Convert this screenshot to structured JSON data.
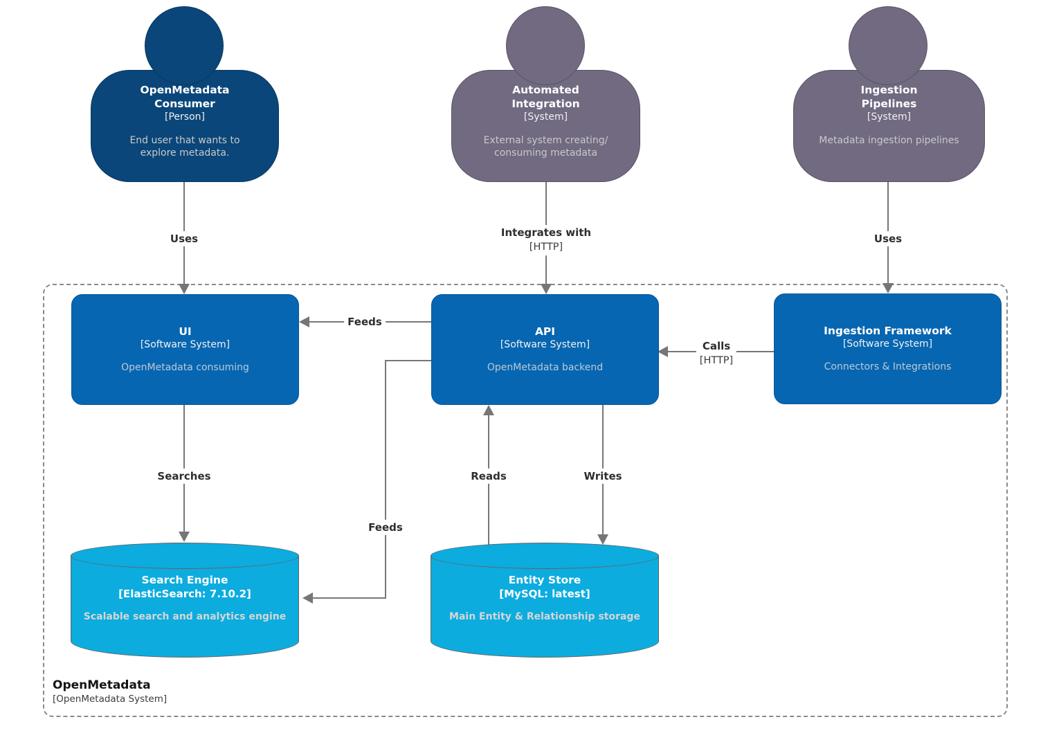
{
  "boundary": {
    "title": "OpenMetadata",
    "subtitle": "[OpenMetadata System]"
  },
  "nodes": {
    "consumer": {
      "title": "OpenMetadata Consumer",
      "type": "[Person]",
      "description": "End user that wants to explore metadata."
    },
    "automated_integration": {
      "title": "Automated Integration",
      "type": "[System]",
      "description": "External system creating/ consuming metadata"
    },
    "ingestion_pipelines": {
      "title": "Ingestion Pipelines",
      "type": "[System]",
      "description": "Metadata ingestion pipelines"
    },
    "ui": {
      "title": "UI",
      "type": "[Software System]",
      "description": "OpenMetadata consuming"
    },
    "api": {
      "title": "API",
      "type": "[Software System]",
      "description": "OpenMetadata backend"
    },
    "ingestion_framework": {
      "title": "Ingestion Framework",
      "type": "[Software System]",
      "description": "Connectors & Integrations"
    },
    "search_engine": {
      "title": "Search Engine",
      "type": "[ElasticSearch: 7.10.2]",
      "description": "Scalable search and analytics engine"
    },
    "entity_store": {
      "title": "Entity Store",
      "type": "[MySQL: latest]",
      "description": "Main Entity & Relationship storage"
    }
  },
  "edges": {
    "consumer_uses_ui": {
      "label": "Uses"
    },
    "integration_integrates_api": {
      "label": "Integrates with",
      "protocol": "[HTTP]"
    },
    "pipelines_use_framework": {
      "label": "Uses"
    },
    "api_feeds_ui": {
      "label": "Feeds"
    },
    "framework_calls_api": {
      "label": "Calls",
      "protocol": "[HTTP]"
    },
    "ui_searches_engine": {
      "label": "Searches"
    },
    "store_reads_api": {
      "label": "Reads"
    },
    "api_writes_store": {
      "label": "Writes"
    },
    "api_feeds_engine": {
      "label": "Feeds"
    }
  },
  "colors": {
    "person_fill": "#0a4679",
    "external_system_fill": "#716a80",
    "software_system_fill": "#0766b1",
    "database_fill": "#0cacdf",
    "arrow": "#767676",
    "boundary_border": "#8a8a8a"
  }
}
